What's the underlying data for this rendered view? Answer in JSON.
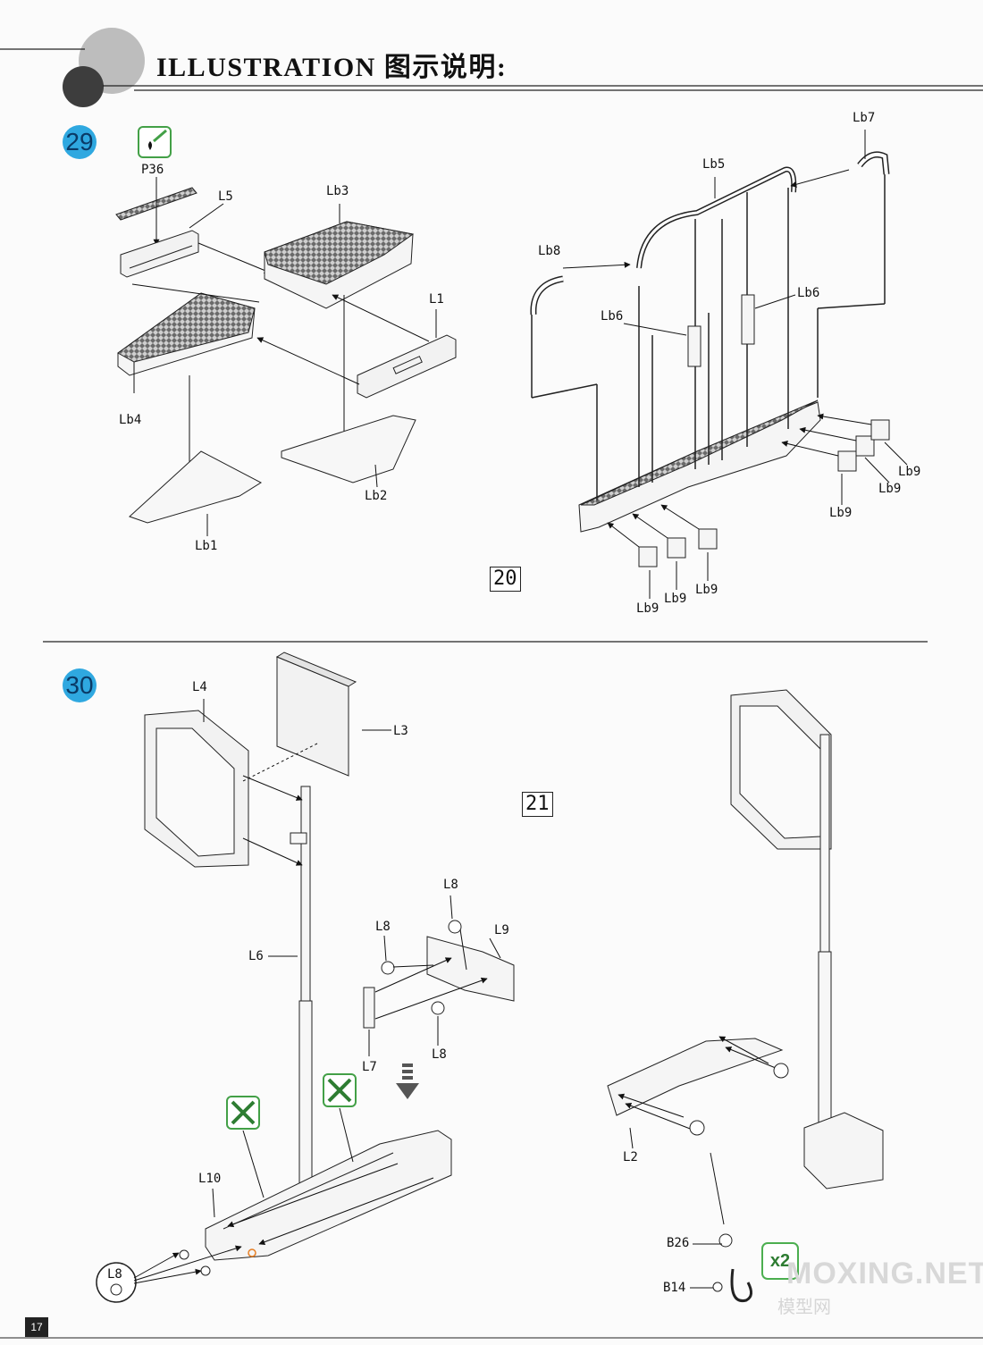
{
  "header": {
    "title": "ILLUSTRATION 图示说明:"
  },
  "page_number": "17",
  "watermark": {
    "text": "MOXING.NET",
    "cn": "模型网"
  },
  "step29": {
    "number": "29",
    "page_box": "20",
    "labels": {
      "p36": "P36",
      "l5": "L5",
      "lb3": "Lb3",
      "l1": "L1",
      "lb4": "Lb4",
      "lb2": "Lb2",
      "lb1": "Lb1",
      "lb7": "Lb7",
      "lb5": "Lb5",
      "lb8": "Lb8",
      "lb6a": "Lb6",
      "lb6b": "Lb6",
      "lb9a": "Lb9",
      "lb9b": "Lb9",
      "lb9c": "Lb9",
      "lb9d": "Lb9",
      "lb9e": "Lb9",
      "lb9f": "Lb9"
    }
  },
  "step30": {
    "number": "30",
    "page_box": "21",
    "multiplier": "x2",
    "labels": {
      "l4": "L4",
      "l3": "L3",
      "l6": "L6",
      "l8a": "L8",
      "l8b": "L8",
      "l8c": "L8",
      "l9": "L9",
      "l7": "L7",
      "l10": "L10",
      "l8d": "L8",
      "l2": "L2",
      "b26": "B26",
      "b14": "B14"
    }
  }
}
